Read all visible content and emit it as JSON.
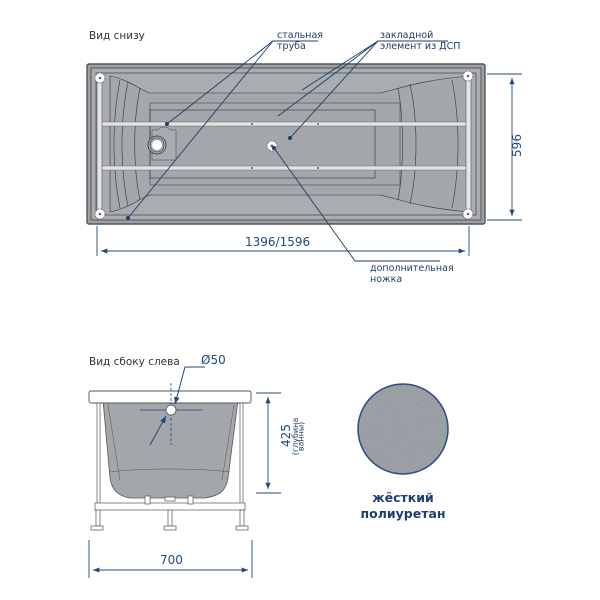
{
  "views": {
    "bottom": {
      "title": "Вид снизу",
      "callouts": {
        "steel_pipe": [
          "стальная",
          "труба"
        ],
        "embedded_element": [
          "закладной",
          "элемент из ДСП"
        ],
        "extra_leg": [
          "дополнительная",
          "ножка"
        ]
      },
      "dim_length": "1396/1596",
      "dim_width": "596"
    },
    "side": {
      "title": "Вид сбоку слева",
      "dim_drain": "Ø50",
      "dim_depth": "425",
      "dim_depth_note": [
        "(глубина",
        "ванны)"
      ],
      "dim_width": "700"
    }
  },
  "material": {
    "line1": "жёсткий",
    "line2": "полиуретан",
    "swatch_color": "#8e949c",
    "border_color": "#2d4f80"
  },
  "colors": {
    "annotation": "#1d3f66",
    "dimension": "#1f4a7a",
    "tub_fill": "#a9acb0",
    "tub_outline": "#5d6166"
  }
}
